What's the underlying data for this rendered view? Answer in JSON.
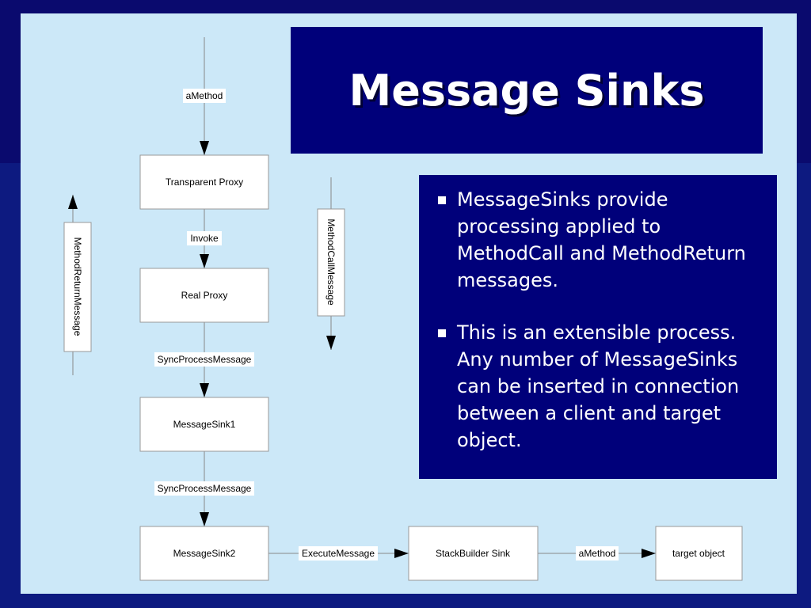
{
  "slide": {
    "title": "Message Sinks",
    "bullets": [
      "MessageSinks provide processing applied to MethodCall and MethodReturn messages.",
      "This is an extensible process. Any number of MessageSinks can be inserted in connection between a client and target object."
    ]
  },
  "diagram": {
    "nodes": {
      "transparent_proxy": "Transparent Proxy",
      "real_proxy": "Real Proxy",
      "message_sink1": "MessageSink1",
      "message_sink2": "MessageSink2",
      "stackbuilder_sink": "StackBuilder Sink",
      "target_object": "target object",
      "method_return_message": "MethodReturnMessage",
      "method_call_message": "MethodCallMessage"
    },
    "edges": {
      "amethod_in": "aMethod",
      "invoke": "Invoke",
      "sync_process_1": "SyncProcessMessage",
      "sync_process_2": "SyncProcessMessage",
      "execute_message": "ExecuteMessage",
      "amethod_out": "aMethod"
    }
  },
  "colors": {
    "background": "#0a0a6e",
    "panel": "#cce8f8",
    "title_box": "#00007a",
    "text_box": "#00007a",
    "node_fill": "#ffffff",
    "node_border": "#999999"
  }
}
